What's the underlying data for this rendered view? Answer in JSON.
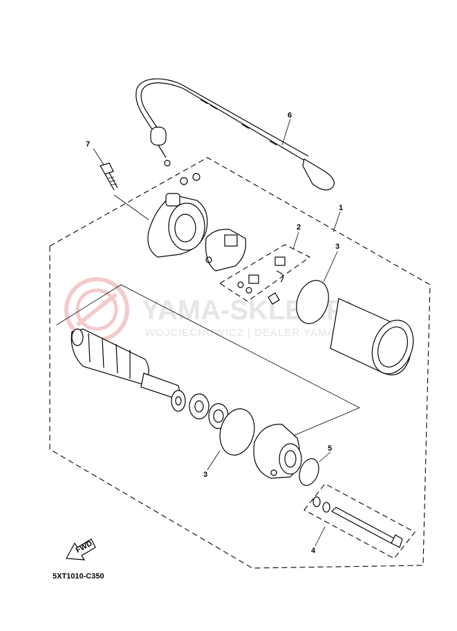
{
  "diagram": {
    "code": "5XT1010-C350",
    "fwd_label": "FWD",
    "callouts": [
      "1",
      "2",
      "3",
      "3",
      "4",
      "5",
      "6",
      "7"
    ]
  },
  "watermark": {
    "title": "YAMA-SKLEP.PL",
    "subtitle": "WOJCIECHOWICZ | DEALER YAMAHA",
    "color": "#e06a6a"
  }
}
